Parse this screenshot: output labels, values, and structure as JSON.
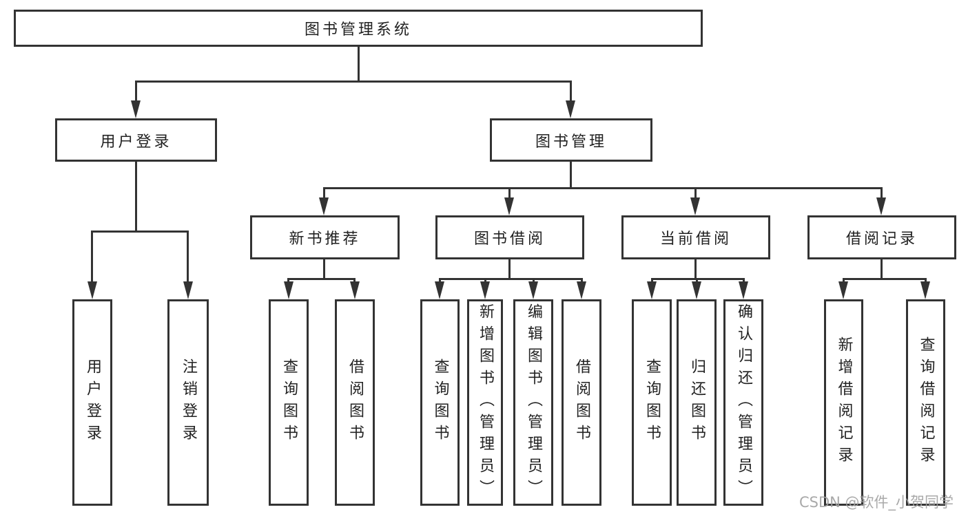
{
  "nodes": {
    "root": "图书管理系统",
    "user_login": "用户登录",
    "book_mgmt": "图书管理",
    "new_books": "新书推荐",
    "book_borrow": "图书借阅",
    "current_borrow": "当前借阅",
    "borrow_records": "借阅记录",
    "leaves": {
      "user_login": [
        "用户登录",
        "注销登录"
      ],
      "new_books": [
        "查询图书",
        "借阅图书"
      ],
      "book_borrow": [
        "查询图书",
        "新增图书（管理员）",
        "编辑图书（管理员）",
        "借阅图书"
      ],
      "current_borrow": [
        "查询图书",
        "归还图书",
        "确认归还（管理员）"
      ],
      "borrow_records": [
        "新增借阅记录",
        "查询借阅记录"
      ]
    }
  },
  "watermark": "CSDN @软件_小贺同学",
  "colors": {
    "line": "#333333",
    "text": "#222222",
    "watermark": "#a0a0a0",
    "background": "#ffffff"
  }
}
